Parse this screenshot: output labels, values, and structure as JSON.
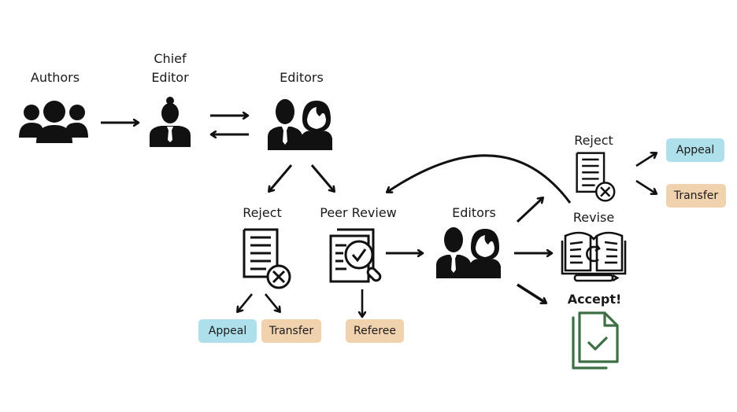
{
  "colors": {
    "appeal_bg": "#aee0ec",
    "transfer_bg": "#f1d2ae",
    "accept_green": "#3d6f45",
    "ink": "#111111"
  },
  "nodes": {
    "authors": {
      "label": "Authors",
      "icon": "group-of-people-icon"
    },
    "chief_editor": {
      "label_line1": "Chief",
      "label_line2": "Editor",
      "icon": "person-with-tie-icon"
    },
    "editors_top": {
      "label": "Editors",
      "icon": "man-and-woman-icon"
    },
    "reject_left": {
      "label": "Reject",
      "icon": "document-rejected-icon"
    },
    "peer_review": {
      "label": "Peer Review",
      "icon": "document-magnifier-check-icon"
    },
    "editors_mid": {
      "label": "Editors",
      "icon": "man-and-woman-icon"
    },
    "reject_right": {
      "label": "Reject",
      "icon": "document-rejected-icon"
    },
    "revise": {
      "label": "Revise",
      "icon": "open-book-refresh-icon"
    },
    "accept": {
      "label": "Accept!",
      "icon": "document-accepted-icon"
    }
  },
  "tags": {
    "appeal_left": "Appeal",
    "transfer_left": "Transfer",
    "referee": "Referee",
    "appeal_right": "Appeal",
    "transfer_right": "Transfer"
  }
}
